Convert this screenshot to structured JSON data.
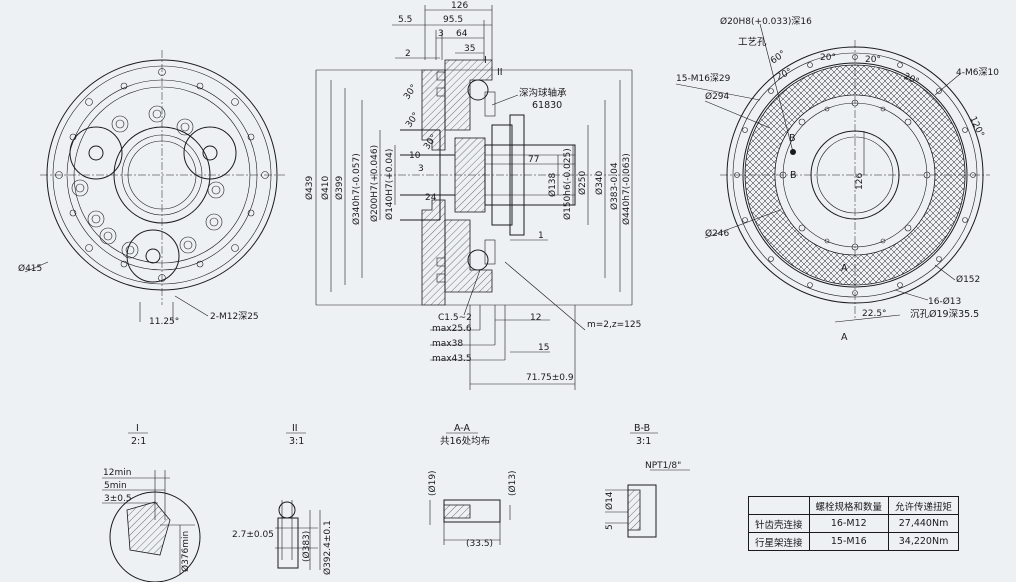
{
  "front_view_left": {
    "dia_outer": "Ø415",
    "angle": "11.25°",
    "holes": "2-M12深25"
  },
  "section_view": {
    "top_dims": [
      "126",
      "5.5",
      "95.5",
      "3",
      "64",
      "2",
      "35"
    ],
    "part_label": "I",
    "part_label_2": "II",
    "bearing_label": "深沟球轴承",
    "bearing_code": "61830",
    "angle_30a": "30°",
    "angle_30b": "30°",
    "angle_30c": "30°",
    "inner_dims": [
      "10",
      "3",
      "24",
      "77"
    ],
    "vertical_dims_left": [
      "Ø439",
      "Ø410",
      "Ø399",
      "Ø340h7(-0.057)",
      "Ø200H7(+0.046)",
      "Ø140H7(+0.04)"
    ],
    "vertical_dims_right": [
      "Ø138",
      "Ø150h6(-0.025)",
      "Ø250",
      "Ø340",
      "Ø383-0.04",
      "Ø440h7(-0.063)"
    ],
    "bottom_dims": [
      "1",
      "C1.5~2",
      "max25.6",
      "12",
      "max38",
      "15",
      "max43.5",
      "71.75±0.9"
    ],
    "gear": "m=2,z=125"
  },
  "front_view_right": {
    "hole_top": "Ø20H8(+0.033)深16",
    "process_hole": "工艺孔",
    "angles": [
      "60°",
      "20°",
      "20°",
      "20°",
      "20°",
      "120°"
    ],
    "holes_left": "15-M16深29",
    "holes_right": "4-M6深10",
    "dia_294": "Ø294",
    "dia_246": "Ø246",
    "dim_126": "126",
    "dia_152": "Ø152",
    "holes_bottom": "16-Ø13",
    "sink": "沉孔Ø19深35.5",
    "angle_bottom": "22.5°",
    "mark_b": "B",
    "mark_a": "A",
    "mark_a2": "A",
    "mark_b2": "B"
  },
  "details": {
    "d1_title": "I",
    "d1_scale": "2:1",
    "d1_dims": [
      "12min",
      "5min",
      "3±0.5",
      "Ø376min"
    ],
    "d2_title": "II",
    "d2_scale": "3:1",
    "d2_dims": [
      "2.7±0.05",
      "(Ø383)",
      "Ø392.4±0.1"
    ],
    "d3_title": "A-A",
    "d3_sub": "共16处均布",
    "d3_dims": [
      "(Ø19)",
      "(Ø13)",
      "(33.5)"
    ],
    "d4_title": "B-B",
    "d4_scale": "3:1",
    "d4_dims": [
      "NPT1/8\"",
      "Ø14",
      "5"
    ]
  },
  "table": {
    "headers": [
      "",
      "螺栓规格和数量",
      "允许传递扭矩"
    ],
    "rows": [
      [
        "针齿壳连接",
        "16-M12",
        "27,440Nm"
      ],
      [
        "行星架连接",
        "15-M16",
        "34,220Nm"
      ]
    ]
  }
}
